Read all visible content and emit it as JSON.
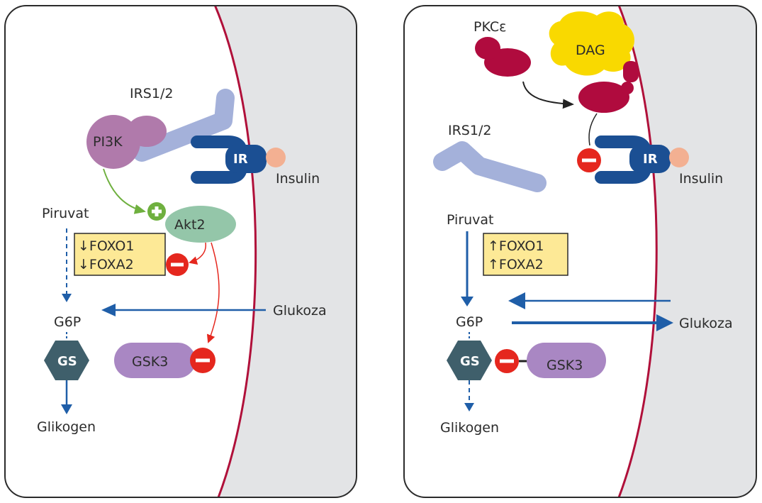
{
  "colors": {
    "membrane": "#b0103a",
    "exterior": "#e3e4e6",
    "irBlue": "#1b4f93",
    "arrowBlue": "#1f5ea8",
    "pi3k": "#b07aab",
    "irs": "#a4b1da",
    "akt2": "#94c6a9",
    "gsk3": "#a987c3",
    "gs": "#3f5f6b",
    "insulin": "#f3b092",
    "pkc": "#b00b3e",
    "dag": "#f9d900",
    "box": "#fde996",
    "inhibit": "#e5271e",
    "activate": "#6fb03f",
    "akt2Arrow": "#e5271e"
  },
  "left": {
    "irs_label": "IRS1/2",
    "pi3k_label": "PI3K",
    "ir_label": "IR",
    "insulin_label": "Insulin",
    "akt2_label": "Akt2",
    "piruvat_label": "Piruvat",
    "box_line1": "↓FOXO1",
    "box_line2": "↓FOXA2",
    "g6p_label": "G6P",
    "glukoza_label": "Glukoza",
    "gs_label": "GS",
    "gsk3_label": "GSK3",
    "glikogen_label": "Glikogen"
  },
  "right": {
    "pkc_label": "PKCε",
    "dag_label": "DAG",
    "irs_label": "IRS1/2",
    "ir_label": "IR",
    "insulin_label": "Insulin",
    "piruvat_label": "Piruvat",
    "box_line1": "↑FOXO1",
    "box_line2": "↑FOXA2",
    "g6p_label": "G6P",
    "glukoza_label": "Glukoza",
    "gs_label": "GS",
    "gsk3_label": "GSK3",
    "glikogen_label": "Glikogen"
  }
}
